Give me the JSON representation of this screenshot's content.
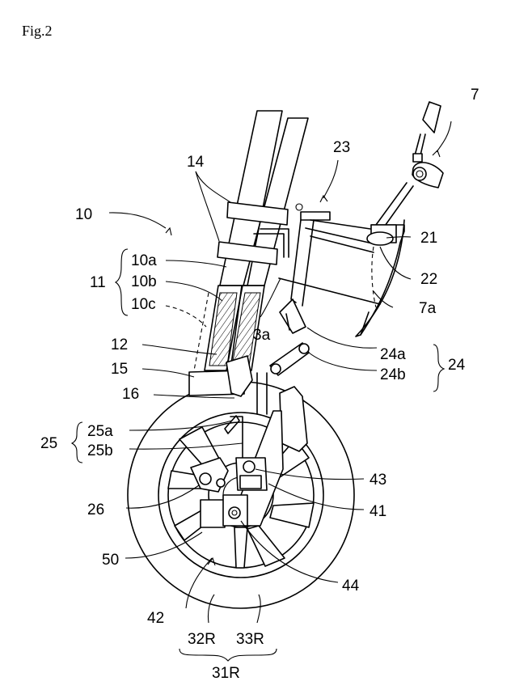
{
  "figure": {
    "title": "Fig.2",
    "labels": {
      "l7": "7",
      "l23": "23",
      "l14": "14",
      "l10": "10",
      "l10a": "10a",
      "l10b": "10b",
      "l10c": "10c",
      "l11": "11",
      "l21": "21",
      "l22": "22",
      "l7a": "7a",
      "l3a": "3a",
      "l12": "12",
      "l15": "15",
      "l16": "16",
      "l24a": "24a",
      "l24b": "24b",
      "l24": "24",
      "l25a": "25a",
      "l25b": "25b",
      "l25": "25",
      "l43": "43",
      "l41": "41",
      "l26": "26",
      "l50": "50",
      "l44": "44",
      "l42": "42",
      "l32R": "32R",
      "l33R": "33R",
      "l31R": "31R"
    }
  }
}
